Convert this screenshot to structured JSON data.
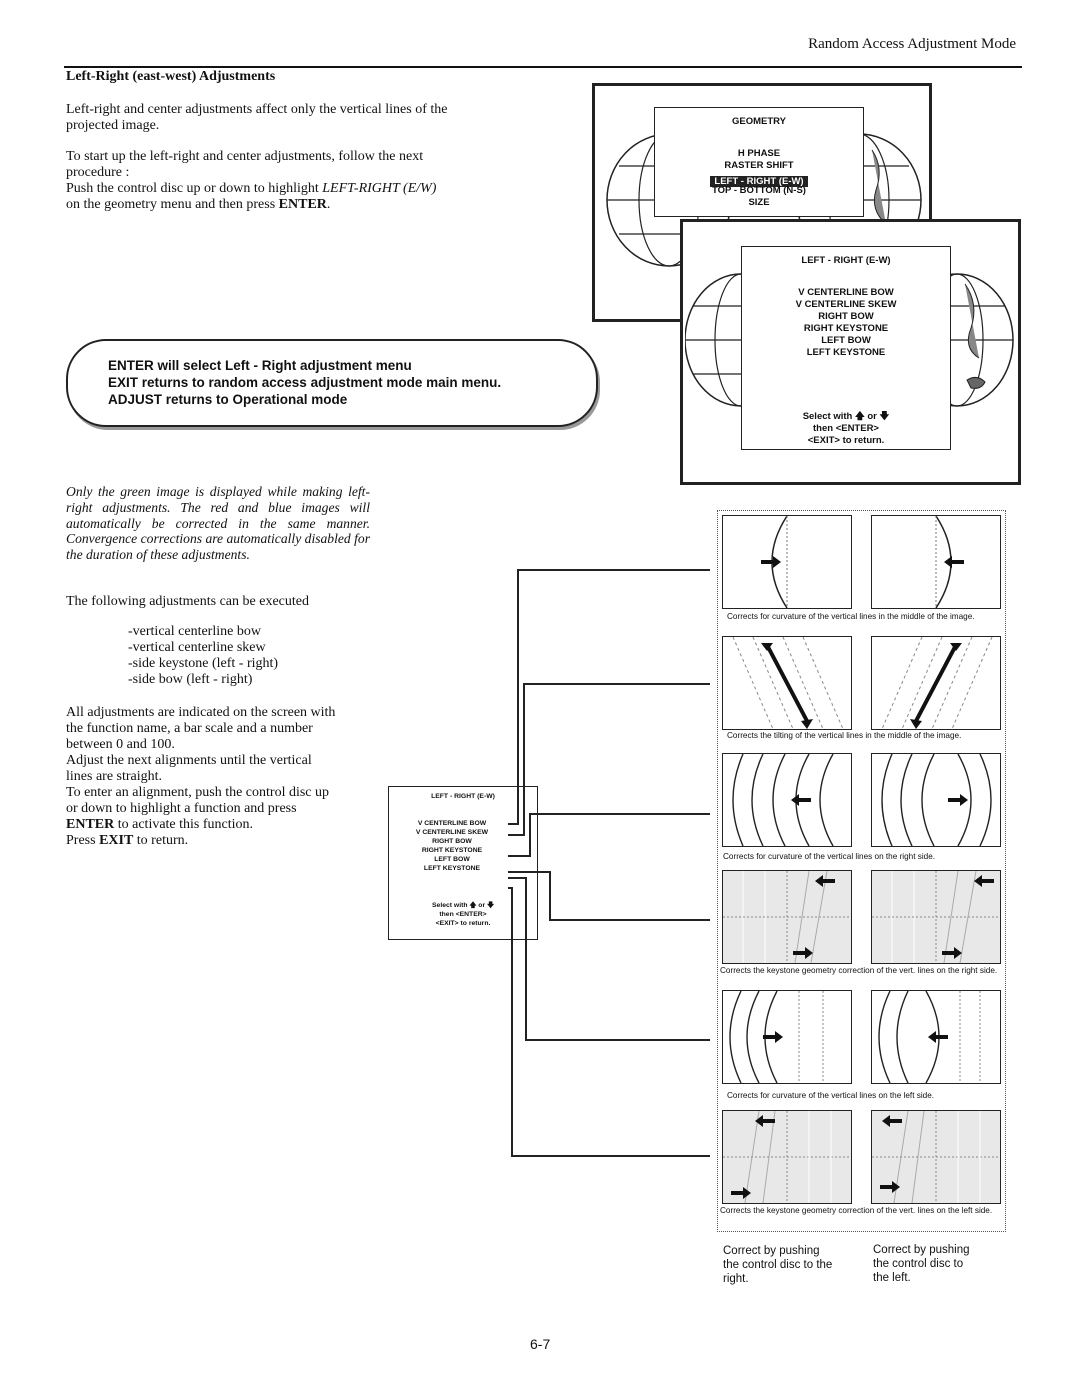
{
  "header": {
    "title": "Random Access Adjustment Mode"
  },
  "section": {
    "title": "Left-Right (east-west) Adjustments"
  },
  "intro": {
    "p1_l1": "Left-right and center adjustments affect only the vertical lines of the",
    "p1_l2": "projected image.",
    "p2_l1": "To start up the left-right and center adjustments, follow the next",
    "p2_l2": "procedure :",
    "p3_pre": "Push the control disc up or down to highlight ",
    "p3_em": "LEFT-RIGHT (E/W)",
    "p3_l2_pre": "on the geometry menu and then press ",
    "p3_l2_strong": "ENTER",
    "p3_l2_post": "."
  },
  "infobox": {
    "line1": "ENTER will select Left - Right adjustment menu",
    "line2": "EXIT returns to random access adjustment mode main menu.",
    "line3": "ADJUST returns to Operational mode"
  },
  "geometry_menu": {
    "title": "GEOMETRY",
    "items": [
      "H PHASE",
      "RASTER SHIFT",
      "LEFT - RIGHT (E-W)",
      "TOP - BOTTOM (N-S)",
      "SIZE"
    ]
  },
  "lr_menu": {
    "title": "LEFT - RIGHT (E-W)",
    "items": [
      "V CENTERLINE BOW",
      "V CENTERLINE SKEW",
      "RIGHT BOW",
      "RIGHT KEYSTONE",
      "LEFT BOW",
      "LEFT KEYSTONE"
    ],
    "select_pre": "Select with",
    "select_or": "or",
    "then": "then  <ENTER>",
    "exit": "<EXIT>  to return."
  },
  "note": "Only the green image is displayed while making left-right adjustments. The red and blue images will automatically be corrected in the same manner. Convergence corrections are automatically disabled for the duration of these adjustments.",
  "following": "The following adjustments can be executed",
  "adjustments": [
    "-vertical centerline bow",
    "-vertical centerline skew",
    "-side keystone (left - right)",
    "-side bow (left - right)"
  ],
  "body2": {
    "l1": "All adjustments are indicated on the screen with",
    "l2": "the function name, a bar scale and a number",
    "l3": "between 0 and 100.",
    "l4": "Adjust the next alignments until the vertical",
    "l5": "lines are straight.",
    "l6": "To enter an alignment, push the control disc up",
    "l7": "or down to highlight a function and press",
    "l8_strong": "ENTER",
    "l8_post": " to activate this function.",
    "l9_pre": "Press ",
    "l9_strong": "EXIT",
    "l9_post": " to return."
  },
  "captions": [
    "Corrects for curvature of the vertical lines in the middle of the image.",
    "Corrects the tilting of the vertical lines in the middle of the image.",
    "Corrects for curvature of the vertical lines on the right side.",
    "Corrects the keystone geometry correction of the vert. lines on the right side.",
    "Corrects for curvature of the vertical lines on the left side.",
    "Corrects the keystone geometry correction of the vert. lines on the left side."
  ],
  "push_right": {
    "l1": "Correct by pushing",
    "l2": "the control disc to the",
    "l3": "right."
  },
  "push_left": {
    "l1": "Correct by pushing",
    "l2": "the control disc to",
    "l3": "the left."
  },
  "page_number": "6-7"
}
